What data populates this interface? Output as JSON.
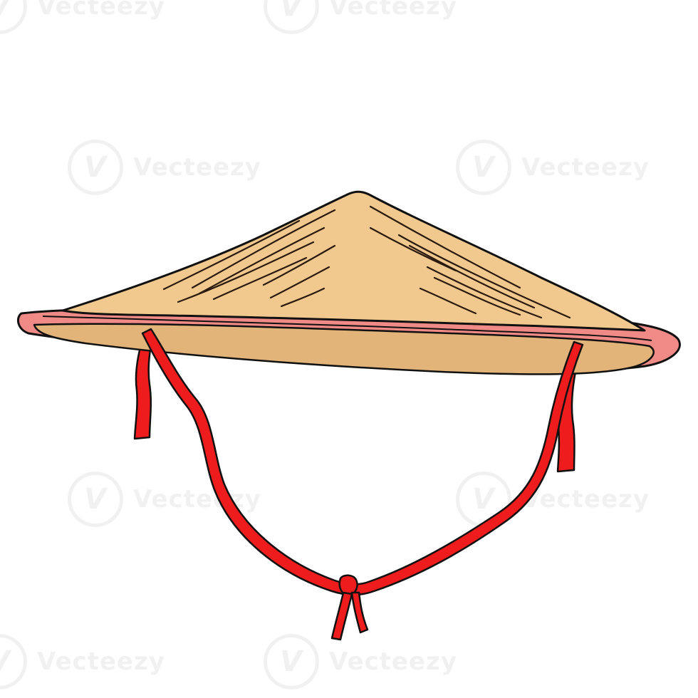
{
  "image": {
    "subject": "conical-straw-hat",
    "colors": {
      "straw_top": "#F1C98F",
      "straw_under": "#E3B47A",
      "brim_rim": "#F08A86",
      "strap": "#EE1C1C",
      "outline": "#111111",
      "background": "#FFFFFF"
    }
  },
  "watermark": {
    "text": "Vecteezy",
    "logo_letter": "V"
  }
}
